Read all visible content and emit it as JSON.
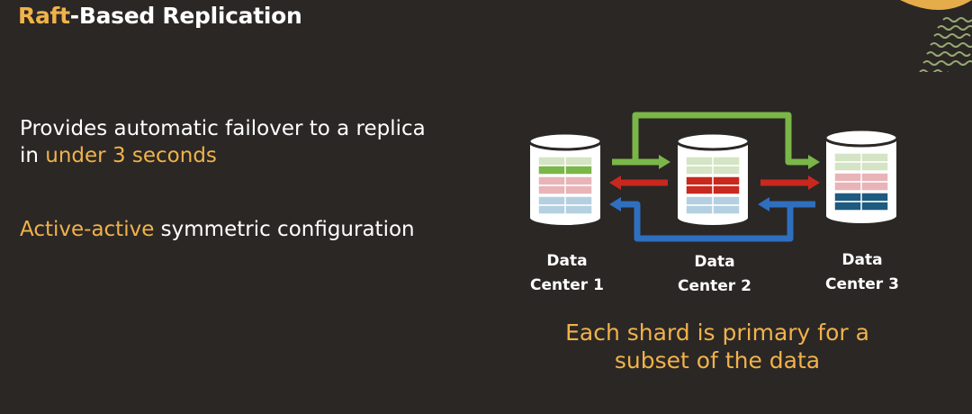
{
  "title": {
    "highlight": "Raft",
    "rest": "-Based Replication"
  },
  "bullets": {
    "first_line1": "Provides automatic failover to a replica",
    "first_line2_prefix": "in ",
    "first_line2_highlight": "under 3 seconds",
    "second_highlight": "Active-active",
    "second_rest": " symmetric configuration"
  },
  "diagram": {
    "data_centers": [
      {
        "line1": "Data",
        "line2": "Center  1"
      },
      {
        "line1": "Data",
        "line2": "Center  2"
      },
      {
        "line1": "Data",
        "line2": "Center  3"
      }
    ],
    "caption_line1": "Each shard is primary for a",
    "caption_line2": "subset of the data"
  },
  "colors": {
    "background": "#2b2725",
    "accent": "#f0b24a",
    "green": "#7ab648",
    "red": "#c8281e",
    "blue": "#2e6fc0",
    "light_green": "#d4e4c4",
    "light_red": "#e8b4b8",
    "light_blue": "#b4d0e0",
    "dark_blue": "#1f5a80"
  }
}
